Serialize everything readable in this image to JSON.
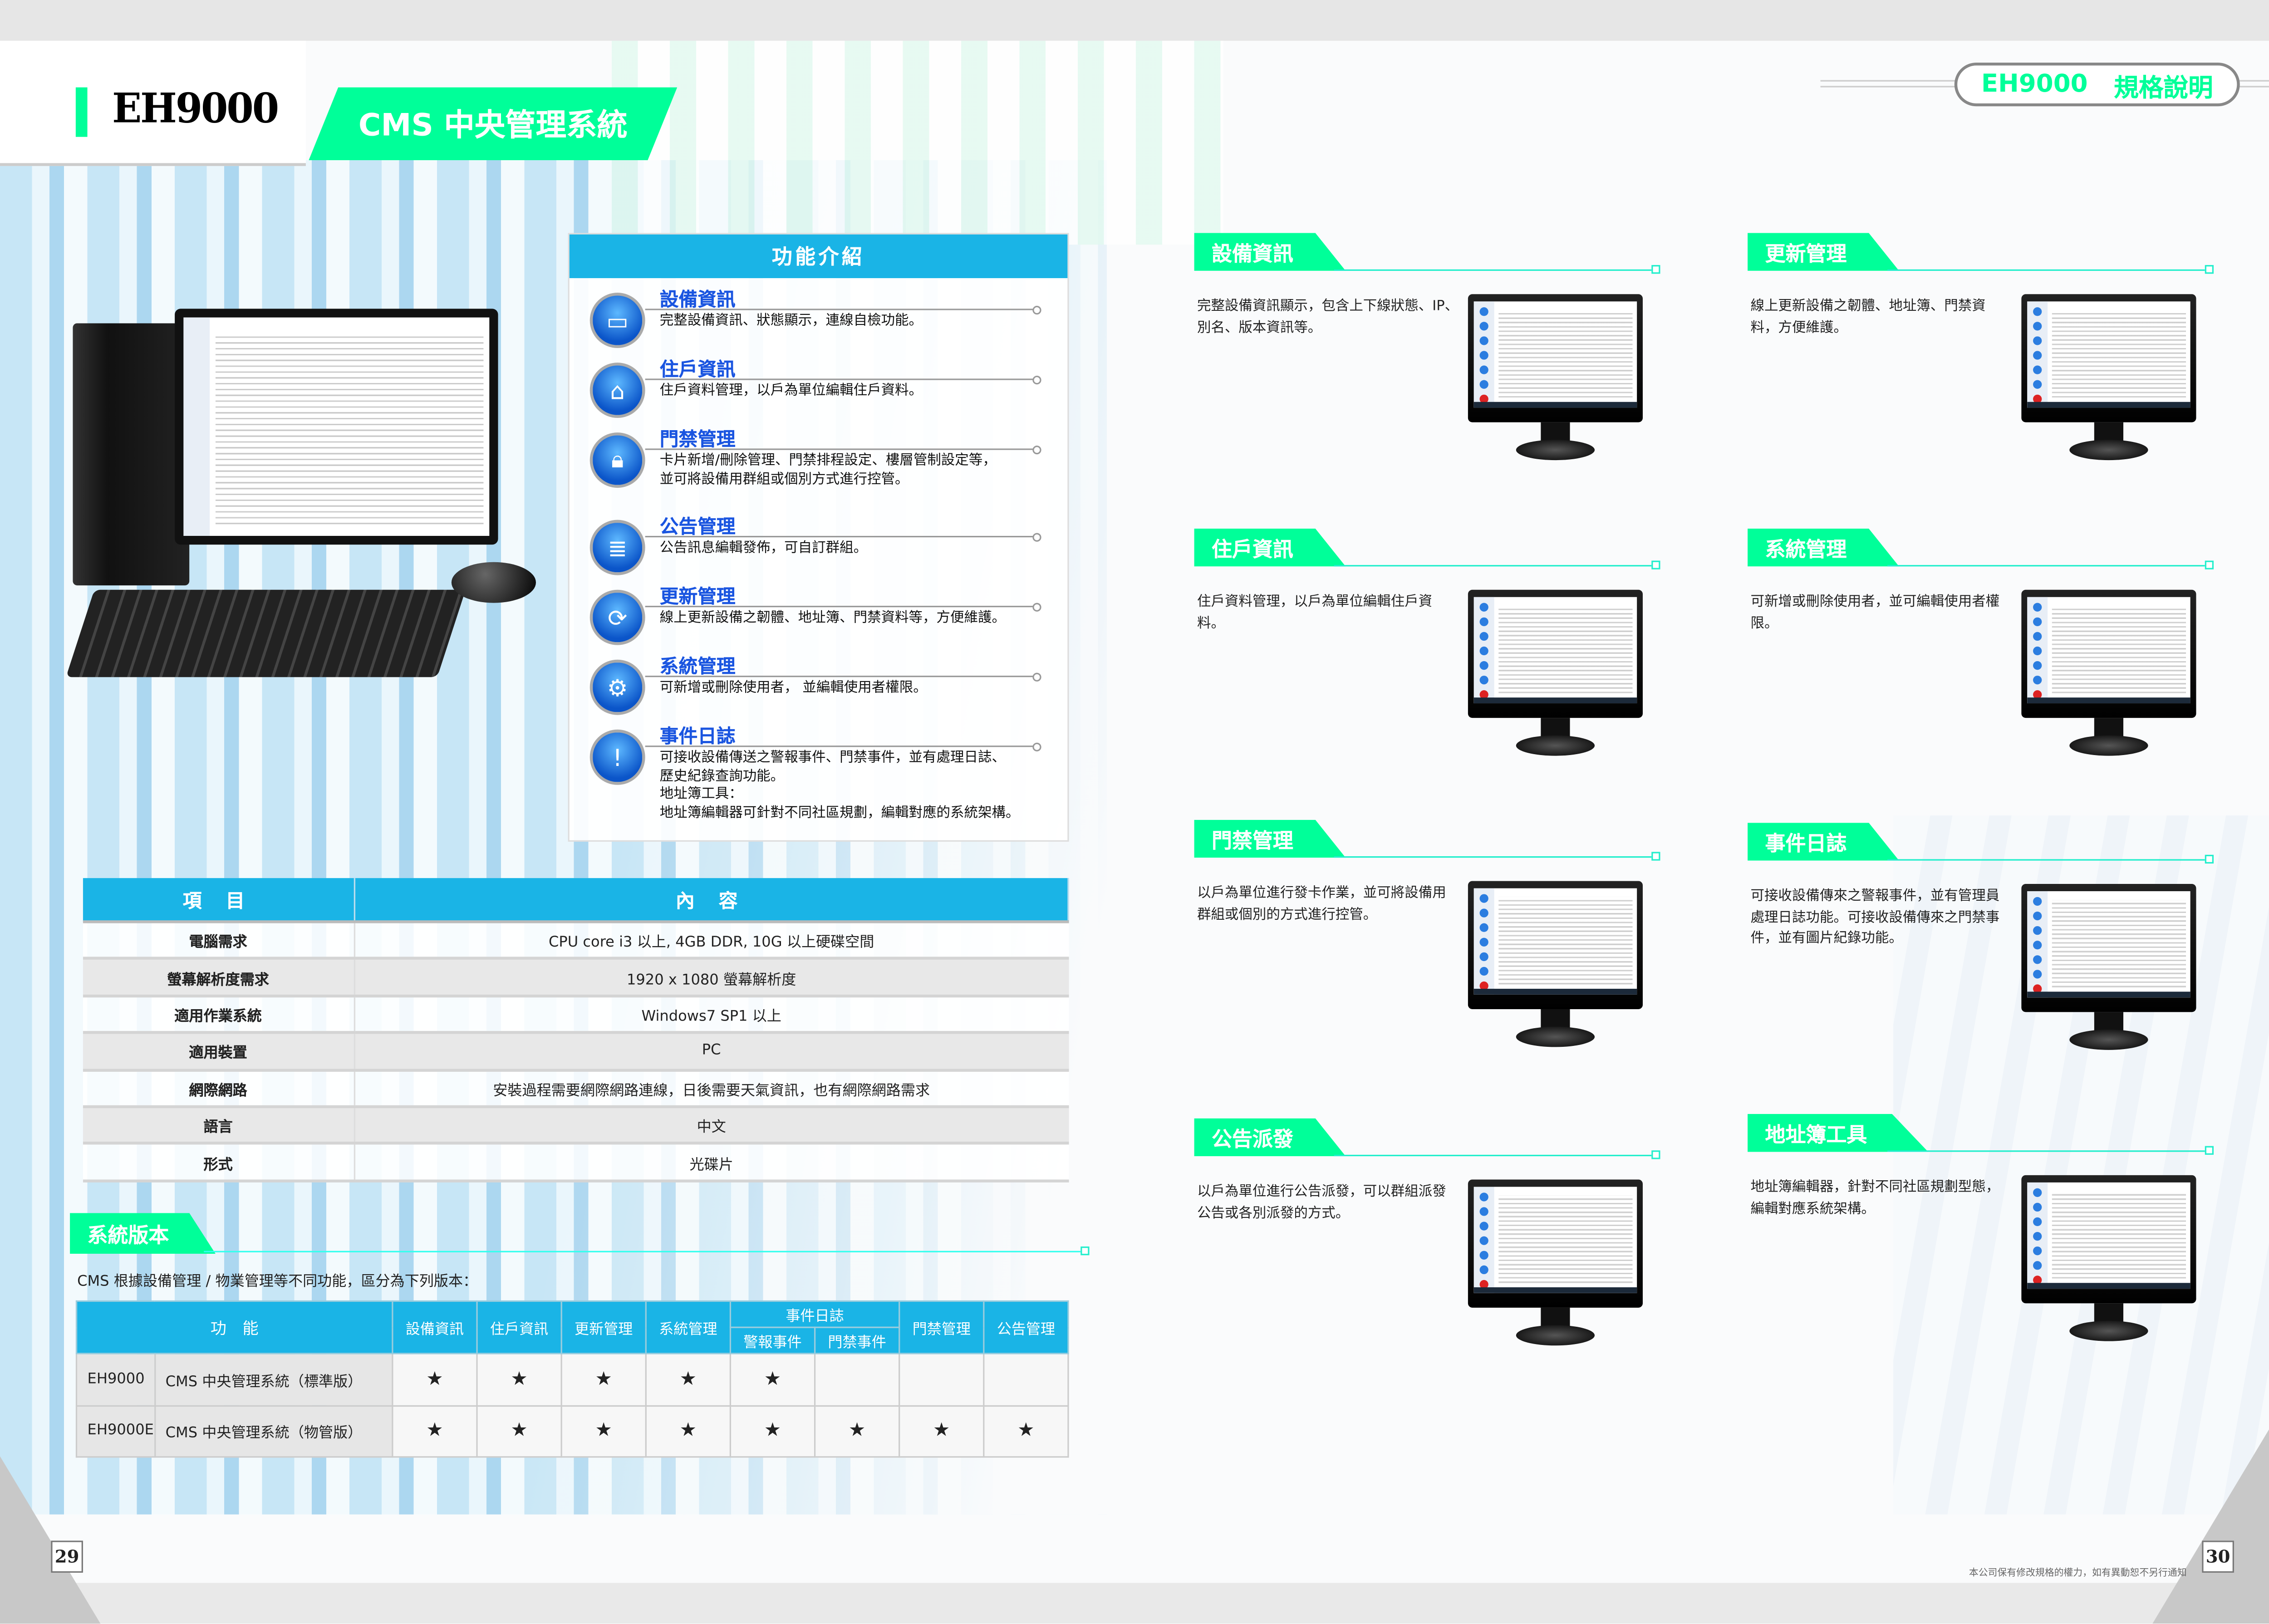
{
  "header": {
    "model": "EH9000",
    "system_title": "CMS 中央管理系統",
    "right_model": "EH9000",
    "right_title": "規格說明"
  },
  "features": {
    "title": "功能介紹",
    "items": [
      {
        "icon": "monitor-icon",
        "title": "設備資訊",
        "desc": [
          "完整設備資訊、狀態顯示，連線自檢功能。"
        ]
      },
      {
        "icon": "home-icon",
        "title": "住戶資訊",
        "desc": [
          "住戶資料管理，以戶為單位編輯住戶資料。"
        ]
      },
      {
        "icon": "door-lock-icon",
        "title": "門禁管理",
        "desc": [
          "卡片新增/刪除管理、門禁排程設定、樓層管制設定等，",
          "並可將設備用群組或個別方式進行控管。"
        ]
      },
      {
        "icon": "document-icon",
        "title": "公告管理",
        "desc": [
          "公告訊息編輯發佈，可自訂群組。"
        ]
      },
      {
        "icon": "refresh-icon",
        "title": "更新管理",
        "desc": [
          "線上更新設備之韌體、地址簿、門禁資料等，方便維護。"
        ]
      },
      {
        "icon": "gear-icon",
        "title": "系統管理",
        "desc": [
          "可新增或刪除使用者， 並編輯使用者權限。"
        ]
      },
      {
        "icon": "alert-icon",
        "title": "事件日誌",
        "desc": [
          "可接收設備傳送之警報事件、門禁事件，並有處理日誌、",
          "歷史紀錄查詢功能。",
          "地址簿工具：",
          "地址簿編輯器可針對不同社區規劃，編輯對應的系統架構。"
        ]
      }
    ]
  },
  "spec": {
    "headers": [
      "項 目",
      "內 容"
    ],
    "rows": [
      [
        "電腦需求",
        "CPU core i3 以上, 4GB DDR, 10G 以上硬碟空間"
      ],
      [
        "螢幕解析度需求",
        "1920 x 1080 螢幕解析度"
      ],
      [
        "適用作業系統",
        "Windows7 SP1 以上"
      ],
      [
        "適用裝置",
        "PC"
      ],
      [
        "網際網路",
        "安裝過程需要網際網路連線，日後需要天氣資訊，也有網際網路需求"
      ],
      [
        "語言",
        "中文"
      ],
      [
        "形式",
        "光碟片"
      ]
    ]
  },
  "versions": {
    "section_title": "系統版本",
    "intro": "CMS 根據設備管理 /  物業管理等不同功能，區分為下列版本：",
    "col_function": "功　能",
    "cols": [
      "設備資訊",
      "住戶資訊",
      "更新管理",
      "系統管理"
    ],
    "event_log": "事件日誌",
    "event_sub": [
      "警報事件",
      "門禁事件"
    ],
    "cols_after": [
      "門禁管理",
      "公告管理"
    ],
    "rows": [
      {
        "model": "EH9000",
        "name": "CMS 中央管理系統（標準版）",
        "marks": [
          "★",
          "★",
          "★",
          "★",
          "★",
          "",
          "",
          ""
        ]
      },
      {
        "model": "EH9000E",
        "name": "CMS 中央管理系統（物管版）",
        "marks": [
          "★",
          "★",
          "★",
          "★",
          "★",
          "★",
          "★",
          "★"
        ]
      }
    ]
  },
  "sections": [
    {
      "title": "設備資訊",
      "text": "完整設備資訊顯示，包含上下線狀態、IP、別名、版本資訊等。"
    },
    {
      "title": "更新管理",
      "text": "線上更新設備之韌體、地址簿、門禁資料，方便維護。"
    },
    {
      "title": "住戶資訊",
      "text": "住戶資料管理，以戶為單位編輯住戶資料。"
    },
    {
      "title": "系統管理",
      "text": "可新增或刪除使用者，並可編輯使用者權限。"
    },
    {
      "title": "門禁管理",
      "text": "以戶為單位進行發卡作業，並可將設備用群組或個別的方式進行控管。"
    },
    {
      "title": "事件日誌",
      "text": "可接收設備傳來之警報事件，並有管理員處理日誌功能。可接收設備傳來之門禁事件，並有圖片紀錄功能。"
    },
    {
      "title": "公告派發",
      "text": "以戶為單位進行公告派發，可以群組派發公告或各別派發的方式。"
    },
    {
      "title": "地址簿工具",
      "text": "地址簿編輯器，針對不同社區規劃型態，編輯對應系統架構。"
    }
  ],
  "footer": {
    "left_page": "29",
    "right_page": "30",
    "note": "本公司保有修改規格的權力，如有異動恕不另行通知"
  },
  "colors": {
    "green": "#00ff99",
    "blue": "#1ab4e6"
  }
}
